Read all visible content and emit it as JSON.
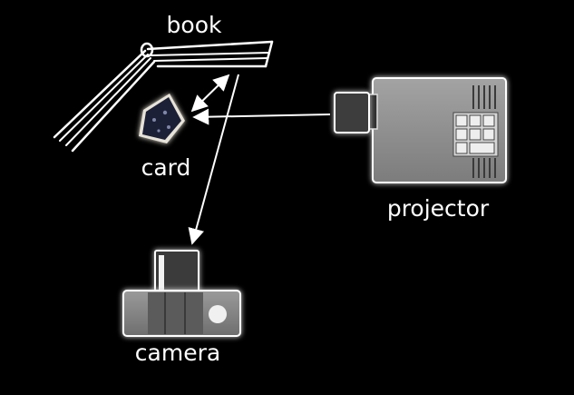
{
  "labels": {
    "book": "book",
    "card": "card",
    "projector": "projector",
    "camera": "camera"
  },
  "colors": {
    "background": "#000000",
    "lines": "#ffffff",
    "device_body": "#8e8e8e",
    "device_dark": "#3a3a3a",
    "card": "#1c2036"
  }
}
